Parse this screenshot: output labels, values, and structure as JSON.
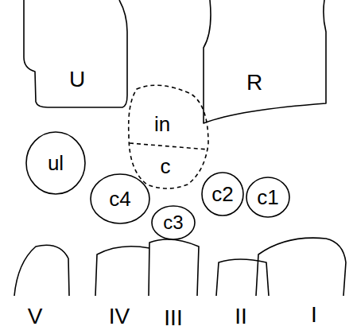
{
  "diagram": {
    "nodes": [
      {
        "text": [
          "U"
        ]
      },
      {
        "text": [
          "R"
        ]
      },
      {
        "text": [
          "in"
        ]
      },
      {
        "text": [
          "ul"
        ]
      },
      {
        "text": [
          "c"
        ]
      },
      {
        "text": [
          "c4"
        ]
      },
      {
        "text": [
          "c2"
        ]
      },
      {
        "text": [
          "c1"
        ]
      },
      {
        "text": [
          "c3"
        ]
      }
    ],
    "labels": [
      "V",
      "IV",
      "III",
      "II",
      "I"
    ]
  }
}
